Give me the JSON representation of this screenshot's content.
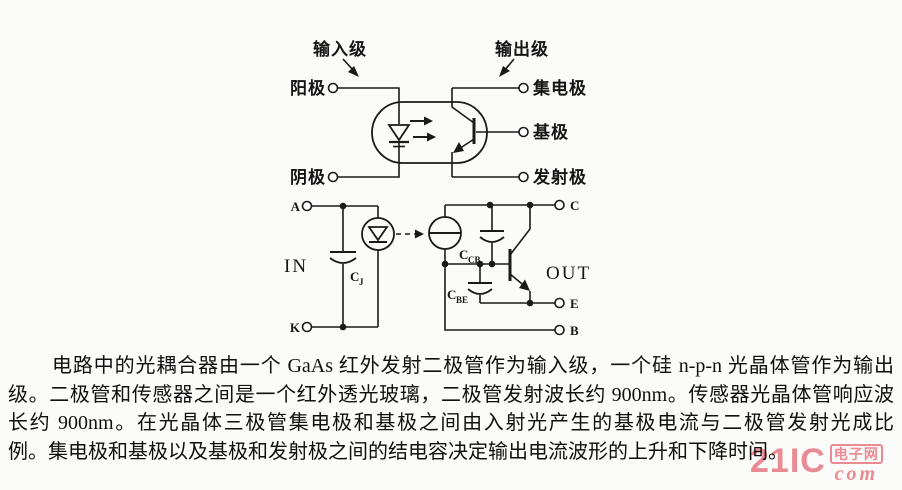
{
  "schematic": {
    "input_stage_label": "输入级",
    "output_stage_label": "输出级",
    "anode_label": "阳极",
    "cathode_label": "阴极",
    "collector_label": "集电极",
    "base_label": "基极",
    "emitter_label": "发射极"
  },
  "equivalent": {
    "terminal_a": "A",
    "terminal_k": "K",
    "terminal_c": "C",
    "terminal_e": "E",
    "terminal_b": "B",
    "in_label": "IN",
    "out_label": "OUT",
    "cap_j_main": "C",
    "cap_j_sub": "J",
    "cap_cb_main": "C",
    "cap_cb_sub": "CB",
    "cap_be_main": "C",
    "cap_be_sub": "BE"
  },
  "paragraph": {
    "line1": "电路中的光耦合器由一个 GaAs 红外发射二极管作为输入级，一个硅 n-p-n 光晶体管作为输出",
    "line2": "级。二极管和传感器之间是一个红外透光玻璃，二极管发射波长约 900nm。传感器光晶体管响应波",
    "line3": "长约 900nm。在光晶体三极管集电极和基极之间由入射光产生的基极电流与二极管发射光成比",
    "line4": "例。集电极和基极以及基极和发射极之间的结电容决定输出电流波形的上升和下降时间。"
  },
  "watermark": {
    "brand": "21IC",
    "box": "电子网",
    "domain": "com",
    "color": "#ec8d95"
  }
}
